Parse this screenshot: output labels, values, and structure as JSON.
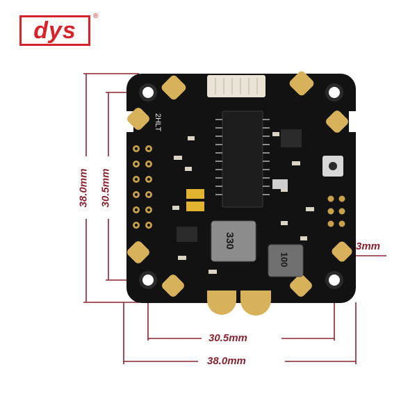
{
  "brand": {
    "logo_text": "dys",
    "registered_mark": "®"
  },
  "dimensions": {
    "height_outer": "38.0mm",
    "height_mount": "30.5mm",
    "width_mount": "30.5mm",
    "width_outer": "38.0mm",
    "hole_diameter": "3mm"
  },
  "board_labels": {
    "inductor_left": "330",
    "inductor_right": "100",
    "silk_text": "2HLT"
  },
  "colors": {
    "accent": "#8a2330",
    "logo_red": "#d8232a",
    "pcb": "#121212",
    "gold": "#d7b25a"
  }
}
